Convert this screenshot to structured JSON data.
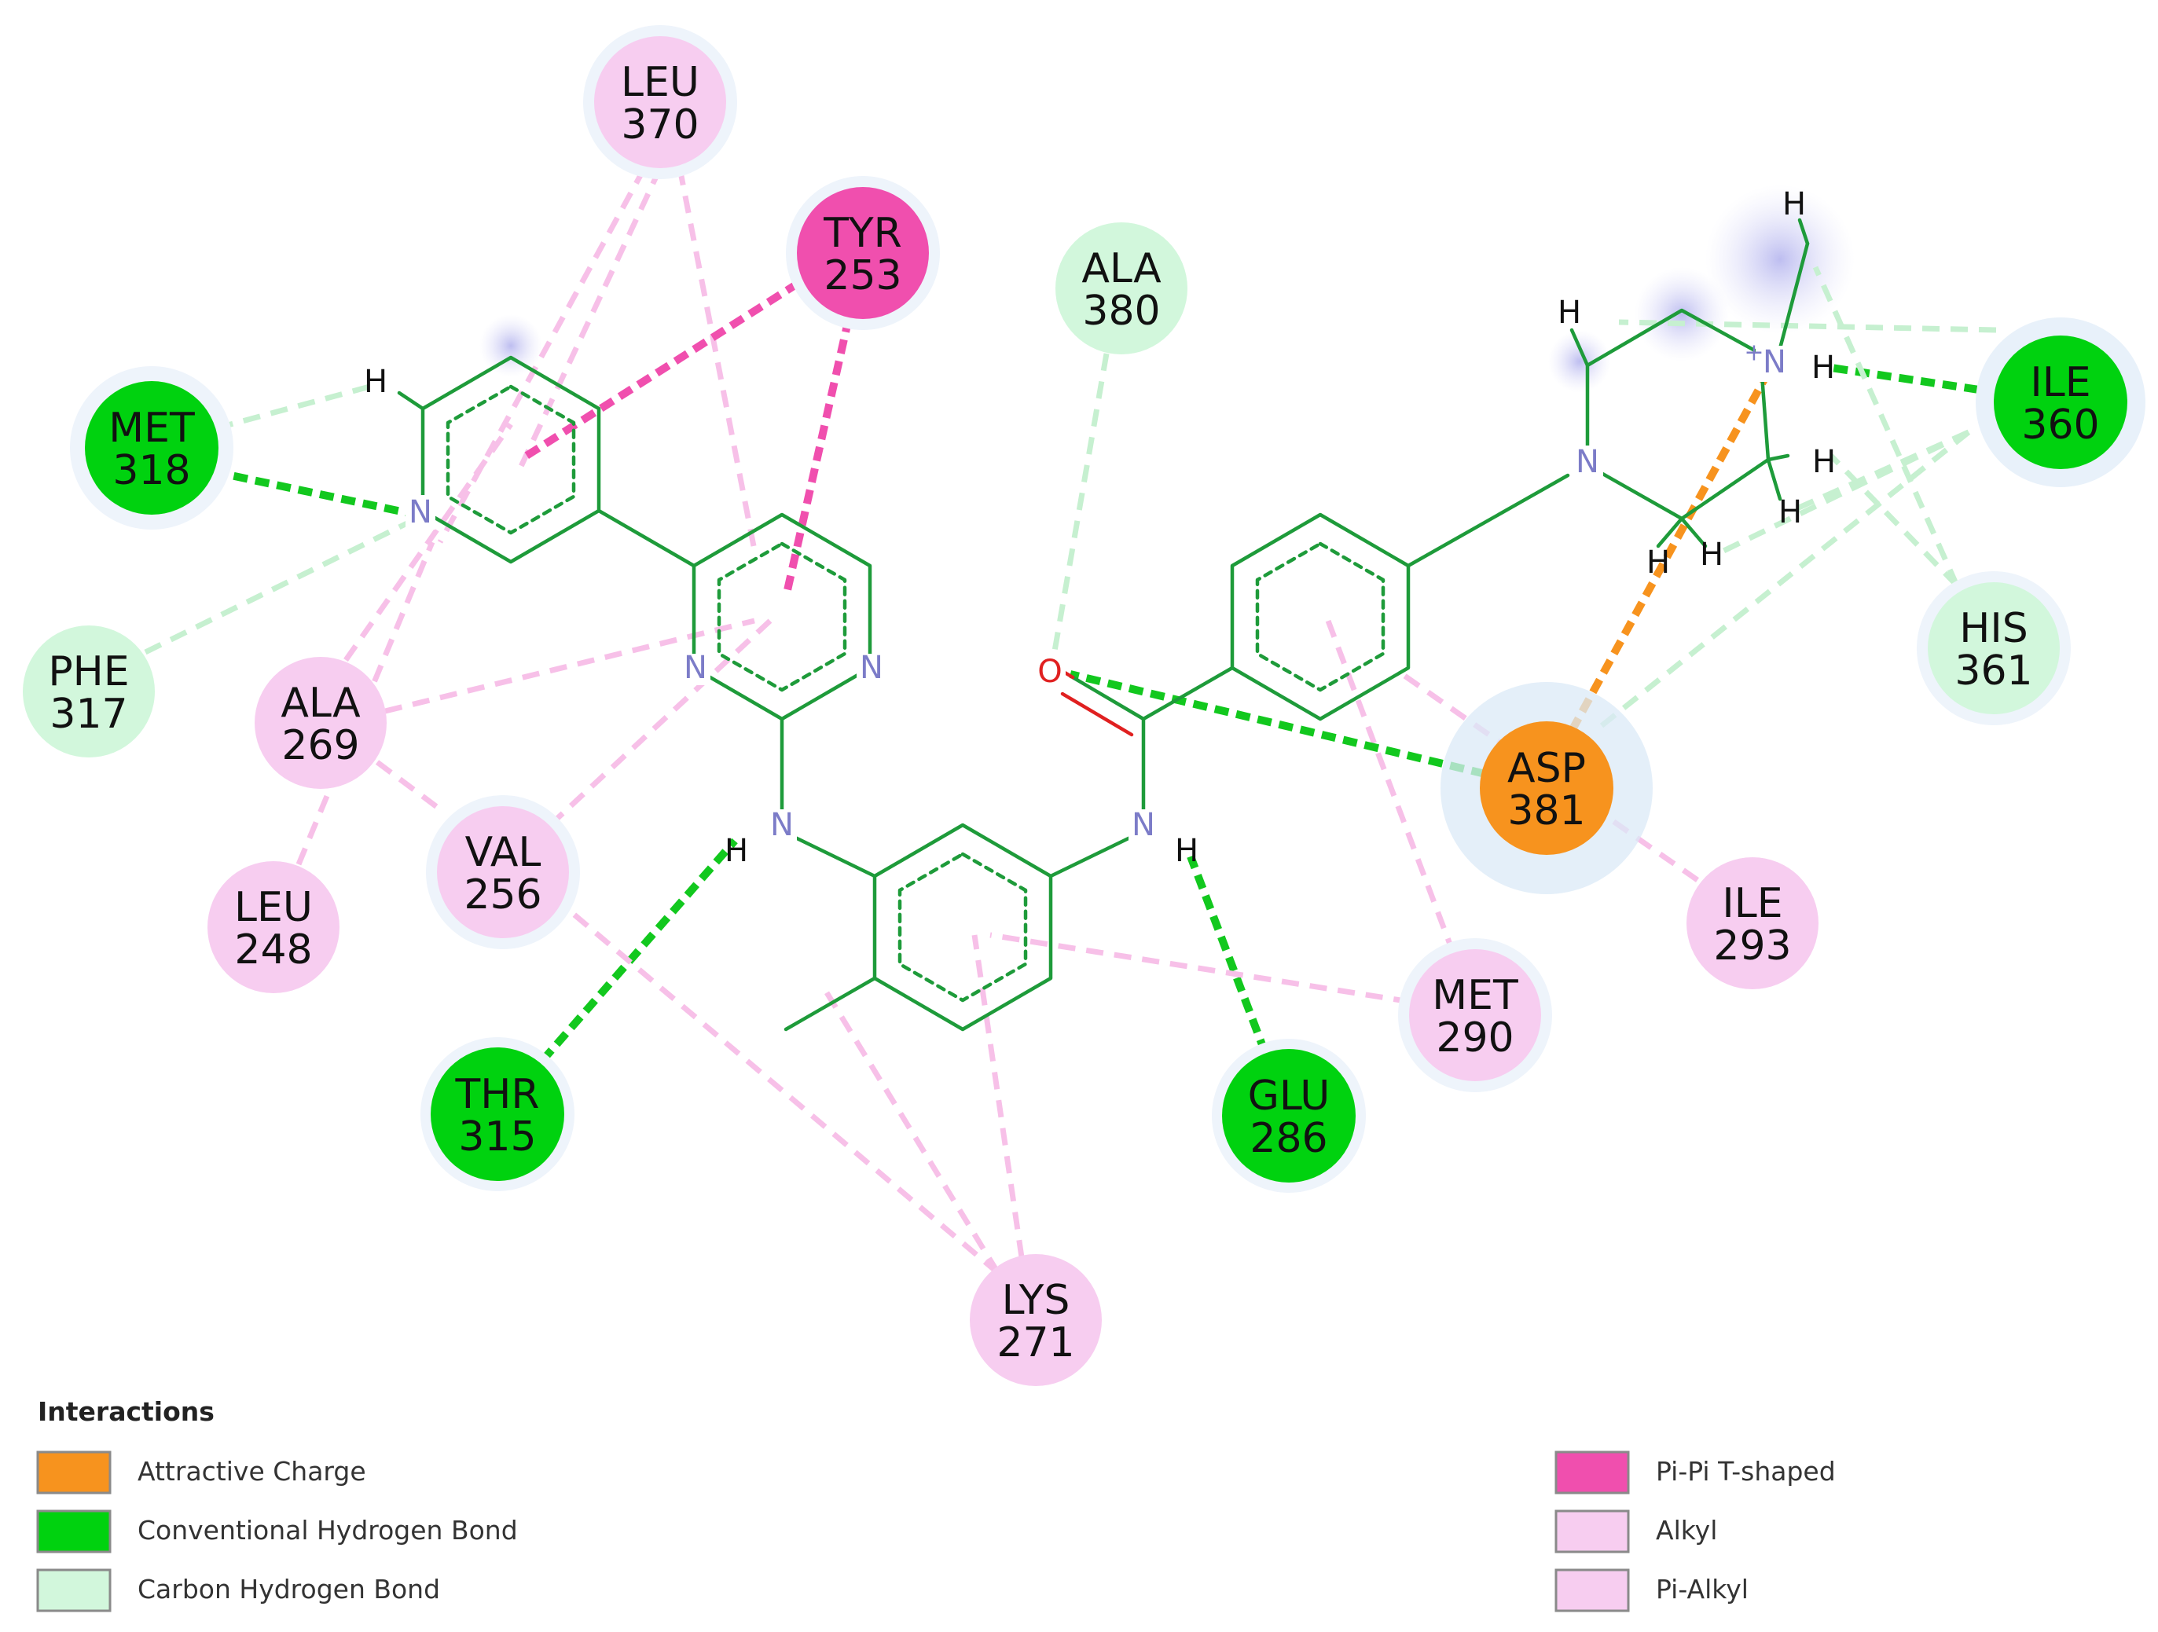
{
  "colors": {
    "bond": "#1e9b3a",
    "heteroatom": "#7c7cc8",
    "oxygen": "#e02020",
    "hydrogen": "#111111"
  },
  "atoms": {
    "H": "H",
    "N": "N",
    "O": "O",
    "charge": "+"
  },
  "interaction_types": [
    {
      "key": "attractive_charge",
      "label": "Attractive Charge",
      "color": "#f7931e",
      "line": "#f7931e"
    },
    {
      "key": "conventional_hbond",
      "label": "Conventional Hydrogen Bond",
      "color": "#00d20f",
      "line": "#12c81e"
    },
    {
      "key": "carbon_hbond",
      "label": "Carbon Hydrogen Bond",
      "color": "#d2f7dc",
      "line": "#c6f0d0"
    },
    {
      "key": "pi_pi_tshaped",
      "label": "Pi-Pi T-shaped",
      "color": "#f04fae",
      "line": "#f04fae"
    },
    {
      "key": "alkyl",
      "label": "Alkyl",
      "color": "#f7cdf0",
      "line": "#f7c0e8"
    },
    {
      "key": "pi_alkyl",
      "label": "Pi-Alkyl",
      "color": "#f7cdf0",
      "line": "#f7c0e8"
    }
  ],
  "legend": {
    "title": "Interactions"
  },
  "residues": [
    {
      "id": "leu370",
      "name": "LEU",
      "number": "370",
      "type": "alkyl"
    },
    {
      "id": "tyr253",
      "name": "TYR",
      "number": "253",
      "type": "pi_pi_tshaped"
    },
    {
      "id": "ala380",
      "name": "ALA",
      "number": "380",
      "type": "carbon_hbond"
    },
    {
      "id": "met318",
      "name": "MET",
      "number": "318",
      "type": "conventional_hbond"
    },
    {
      "id": "phe317",
      "name": "PHE",
      "number": "317",
      "type": "carbon_hbond"
    },
    {
      "id": "ala269",
      "name": "ALA",
      "number": "269",
      "type": "alkyl"
    },
    {
      "id": "val256",
      "name": "VAL",
      "number": "256",
      "type": "alkyl"
    },
    {
      "id": "leu248",
      "name": "LEU",
      "number": "248",
      "type": "alkyl"
    },
    {
      "id": "thr315",
      "name": "THR",
      "number": "315",
      "type": "conventional_hbond"
    },
    {
      "id": "glu286",
      "name": "GLU",
      "number": "286",
      "type": "conventional_hbond"
    },
    {
      "id": "lys271",
      "name": "LYS",
      "number": "271",
      "type": "alkyl"
    },
    {
      "id": "met290",
      "name": "MET",
      "number": "290",
      "type": "alkyl"
    },
    {
      "id": "asp381",
      "name": "ASP",
      "number": "381",
      "type": "attractive_charge"
    },
    {
      "id": "ile293",
      "name": "ILE",
      "number": "293",
      "type": "alkyl"
    },
    {
      "id": "ile360",
      "name": "ILE",
      "number": "360",
      "type": "conventional_hbond"
    },
    {
      "id": "his361",
      "name": "HIS",
      "number": "361",
      "type": "carbon_hbond"
    }
  ]
}
